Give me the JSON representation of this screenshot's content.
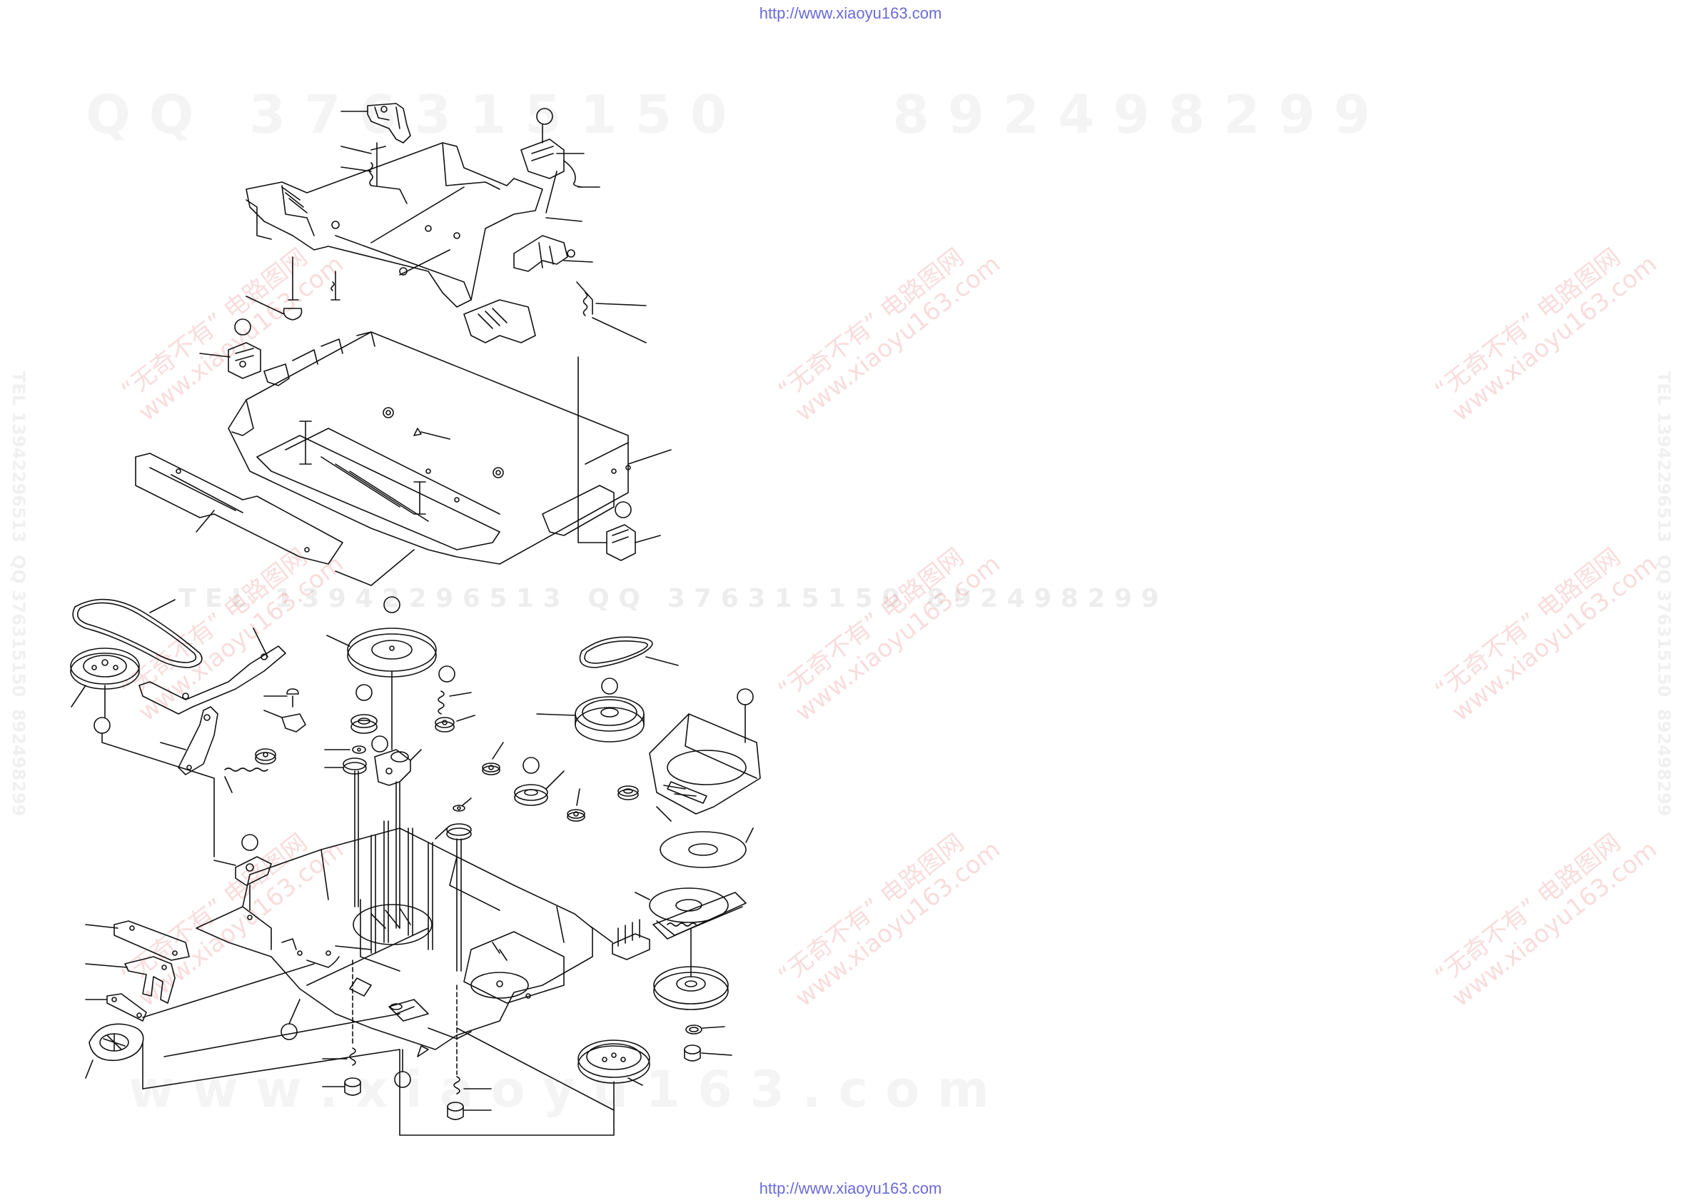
{
  "header": {
    "url": "http://www.xiaoyu163.com"
  },
  "footer": {
    "url": "http://www.xiaoyu163.com"
  },
  "watermarks": {
    "qq_row": "Q Q   3 7 6 3 1 5 1 5 0         8 9 2 4 9 8 2 9 9",
    "tel_row": "T E L   1 3 9 4 2 2 9 6 5 1 3   Q Q   3 7 6 3 1 5 1 5 0   8 9 2 4 9 8 2 9 9",
    "www_row": "w w w . x i a o y u 1 6 3 . c o m",
    "side_text": "TEL 13942296513  QQ 376315150  892498299",
    "stamp_line1": "“无奇不有”  电路图网",
    "stamp_line2": "www.xiaoyu163.com"
  },
  "diagram": {
    "subject": "exploded-view-cassette-mechanism"
  }
}
